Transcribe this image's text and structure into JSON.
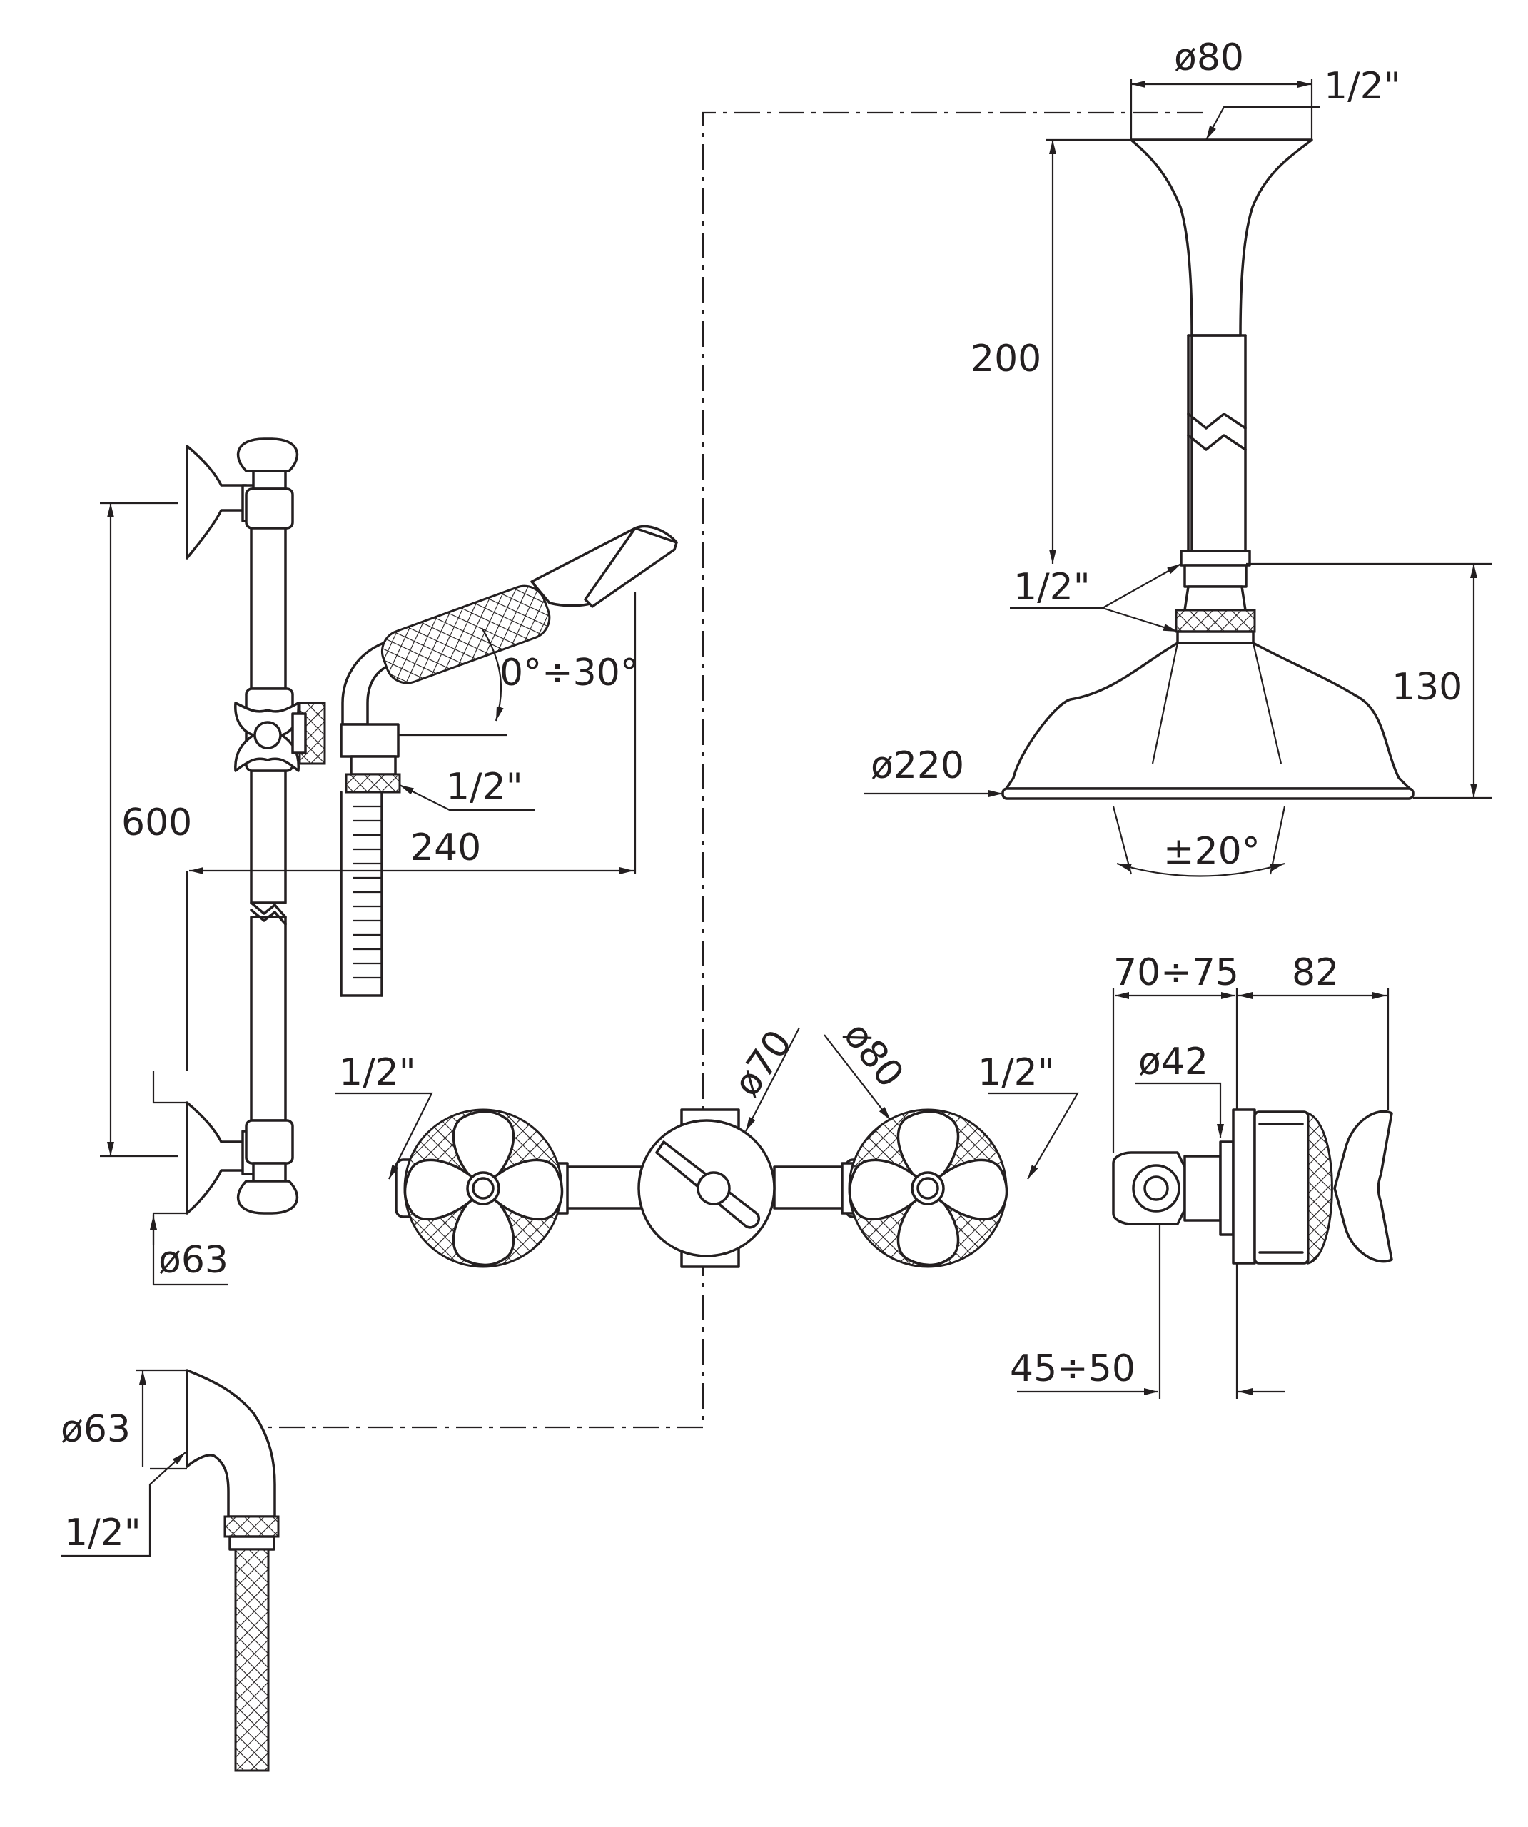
{
  "dimensions": {
    "ceiling_flange_diameter": "ø80",
    "ceiling_arm_thread": "1/2\"",
    "ceiling_arm_length": "200",
    "head_thread": "1/2\"",
    "head_height": "130",
    "head_diameter": "ø220",
    "head_tilt": "±20°",
    "slide_rail_length": "600",
    "hand_shower_tilt": "0°÷30°",
    "hand_shower_thread": "1/2\"",
    "hand_shower_reach": "240",
    "rail_bracket_diameter": "ø63",
    "mixer_left_thread": "1/2\"",
    "mixer_center_diameter": "ø70",
    "mixer_handle_diameter": "ø80",
    "mixer_right_thread": "1/2\"",
    "mixer_depth_body": "70÷75",
    "mixer_depth_handle": "82",
    "mixer_spindle_diameter": "ø42",
    "mixer_wall_offset": "45÷50",
    "wall_outlet_diameter": "ø63",
    "wall_outlet_thread": "1/2\""
  }
}
